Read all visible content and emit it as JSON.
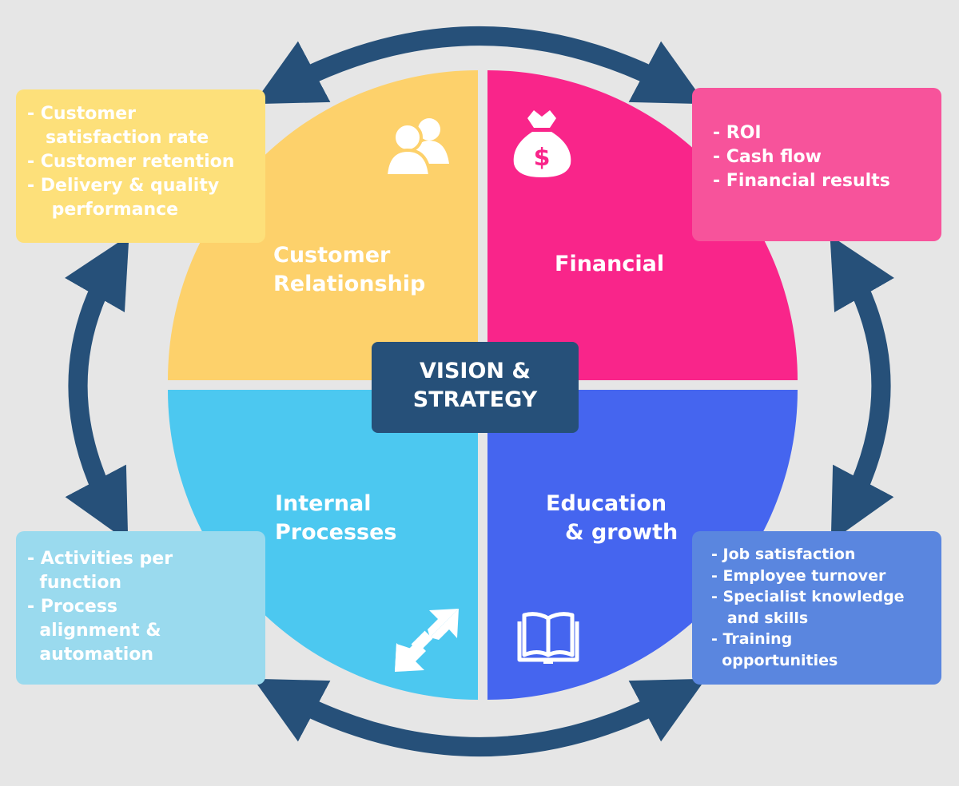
{
  "center": {
    "line1": "VISION &",
    "line2": "STRATEGY"
  },
  "quadrants": {
    "customer": {
      "line1": "Customer",
      "line2": "Relationship",
      "color": "#fdd16b"
    },
    "financial": {
      "line1": "Financial",
      "color": "#f9258a"
    },
    "internal": {
      "line1": "Internal",
      "line2": "Processes",
      "color": "#4cc8f0"
    },
    "education": {
      "line1": "Education",
      "line2": "& growth",
      "color": "#4565ef"
    }
  },
  "boxes": {
    "customer": {
      "lines": [
        "- Customer",
        "   satisfaction rate",
        "- Customer retention",
        "- Delivery & quality",
        "    performance"
      ]
    },
    "financial": {
      "lines": [
        "- ROI",
        "- Cash flow",
        "- Financial results"
      ]
    },
    "internal": {
      "lines": [
        "- Activities per",
        "  function",
        "- Process",
        "  alignment &",
        "  automation"
      ]
    },
    "education": {
      "lines": [
        "- Job satisfaction",
        "- Employee turnover",
        "- Specialist knowledge",
        "   and skills",
        "- Training",
        "  opportunities"
      ]
    }
  },
  "icons": {
    "customer": "people-icon",
    "financial": "money-bag-icon",
    "internal": "diagonal-arrows-icon",
    "education": "open-book-icon"
  },
  "colors": {
    "background": "#e6e6e6",
    "arrow": "#265079",
    "center_box": "#265079"
  }
}
